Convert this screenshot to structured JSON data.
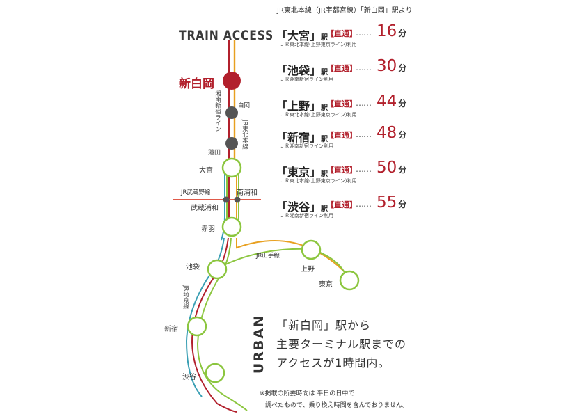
{
  "header": {
    "source_note": "JR東北本線（JR宇都宮線）「新白岡」駅より",
    "title": "TRAIN ACCESS"
  },
  "routes": [
    {
      "station": "「大宮」",
      "eki": "駅",
      "direct": "【直通】",
      "dots": "……",
      "minutes": "16",
      "unit": "分",
      "line": "ＪＲ東北本線(上野東京ライン)利用"
    },
    {
      "station": "「池袋」",
      "eki": "駅",
      "direct": "【直通】",
      "dots": "……",
      "minutes": "30",
      "unit": "分",
      "line": "ＪＲ湘南新宿ライン利用"
    },
    {
      "station": "「上野」",
      "eki": "駅",
      "direct": "【直通】",
      "dots": "……",
      "minutes": "44",
      "unit": "分",
      "line": "ＪＲ東北本線(上野東京ライン)利用"
    },
    {
      "station": "「新宿」",
      "eki": "駅",
      "direct": "【直通】",
      "dots": "……",
      "minutes": "48",
      "unit": "分",
      "line": "ＪＲ湘南新宿ライン利用"
    },
    {
      "station": "「東京」",
      "eki": "駅",
      "direct": "【直通】",
      "dots": "……",
      "minutes": "50",
      "unit": "分",
      "line": "ＪＲ東北本線(上野東京ライン)利用"
    },
    {
      "station": "「渋谷」",
      "eki": "駅",
      "direct": "【直通】",
      "dots": "……",
      "minutes": "55",
      "unit": "分",
      "line": "ＪＲ湘南新宿ライン利用"
    }
  ],
  "map": {
    "home_station": "新白岡",
    "stations": {
      "shiraoka": "白岡",
      "hasuda": "蓮田",
      "omiya": "大宮",
      "minamiurawa": "南浦和",
      "musashiurawa": "武蔵浦和",
      "akabane": "赤羽",
      "ikebukuro": "池袋",
      "ueno": "上野",
      "tokyo": "東京",
      "shinjuku": "新宿",
      "shibuya": "渋谷"
    },
    "lines": {
      "shonan_shinjuku": "湘南新宿ライン",
      "tohoku": "JR東北本線",
      "musashino": "JR武蔵野線",
      "yamanote": "JR山手線",
      "saikyo": "JR埼京線"
    },
    "colors": {
      "tohoku_red": "#b2202c",
      "orange": "#e8a020",
      "green": "#8cc63f",
      "teal": "#3a9fb4",
      "station_gray": "#555555",
      "musashino_red": "#e05a4a"
    }
  },
  "urban": {
    "label": "URBAN",
    "line1": "「新白岡」駅から",
    "line2": "主要ターミナル駅までの",
    "line3": "アクセスが1時間内。"
  },
  "footnote": {
    "line1": "※掲載の所要時間は 平日の日中で",
    "line2": "調べたもので、乗り換え時間を含んでおりません。"
  }
}
